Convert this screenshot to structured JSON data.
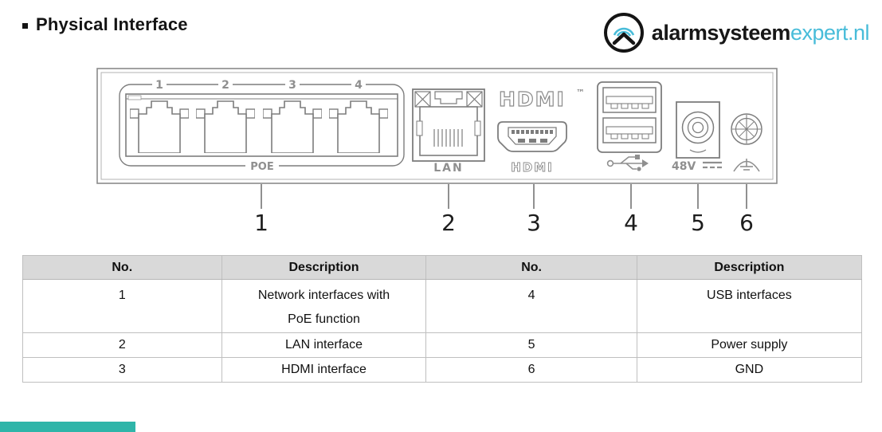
{
  "page": {
    "title": "Physical Interface",
    "bullet": "▪"
  },
  "logo": {
    "icon": "sonar-house-icon",
    "brand_bold": "alarmsysteem",
    "brand_light": "expert.nl",
    "accent_color": "#48bcd9"
  },
  "device": {
    "poe": {
      "port_numbers": [
        "1",
        "2",
        "3",
        "4"
      ],
      "label": "POE"
    },
    "lan": {
      "label": "LAN"
    },
    "hdmi": {
      "logo_text": "HDMI",
      "trademark": "™",
      "label": "HDMI"
    },
    "usb": {
      "icon": "usb-trident-icon"
    },
    "power": {
      "label": "48V",
      "dc_icon": "dc-voltage-icon"
    },
    "gnd": {
      "icon": "ground-icon"
    },
    "callouts": [
      "1",
      "2",
      "3",
      "4",
      "5",
      "6"
    ]
  },
  "table": {
    "headers": [
      "No.",
      "Description",
      "No.",
      "Description"
    ],
    "rows": [
      [
        "1",
        "Network interfaces with\nPoE function",
        "4",
        "USB interfaces"
      ],
      [
        "2",
        "LAN interface",
        "5",
        "Power supply"
      ],
      [
        "3",
        "HDMI interface",
        "6",
        "GND"
      ]
    ]
  },
  "colors": {
    "accent_cyan": "#48bcd9",
    "footer_teal": "#2fb5a9",
    "table_header_gray": "#d9d9d9",
    "drawing_line_gray": "#7d7d7d"
  }
}
